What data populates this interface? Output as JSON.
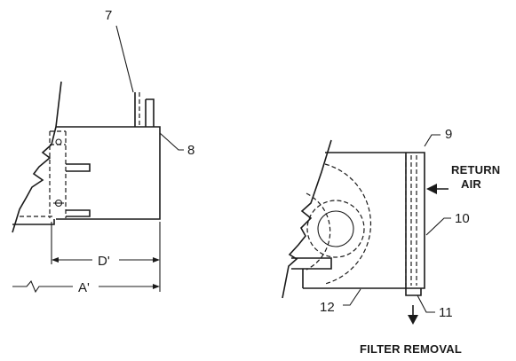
{
  "callouts": {
    "c7": "7",
    "c8": "8",
    "c9": "9",
    "c10": "10",
    "c11": "11",
    "c12": "12"
  },
  "dimensions": {
    "d": "D'",
    "a": "A'"
  },
  "captions": {
    "return_line1": "RETURN",
    "return_line2": "AIR",
    "filter_removal": "FILTER REMOVAL"
  },
  "icons": [
    "return-air-arrow-icon",
    "filter-removal-arrow-icon"
  ]
}
